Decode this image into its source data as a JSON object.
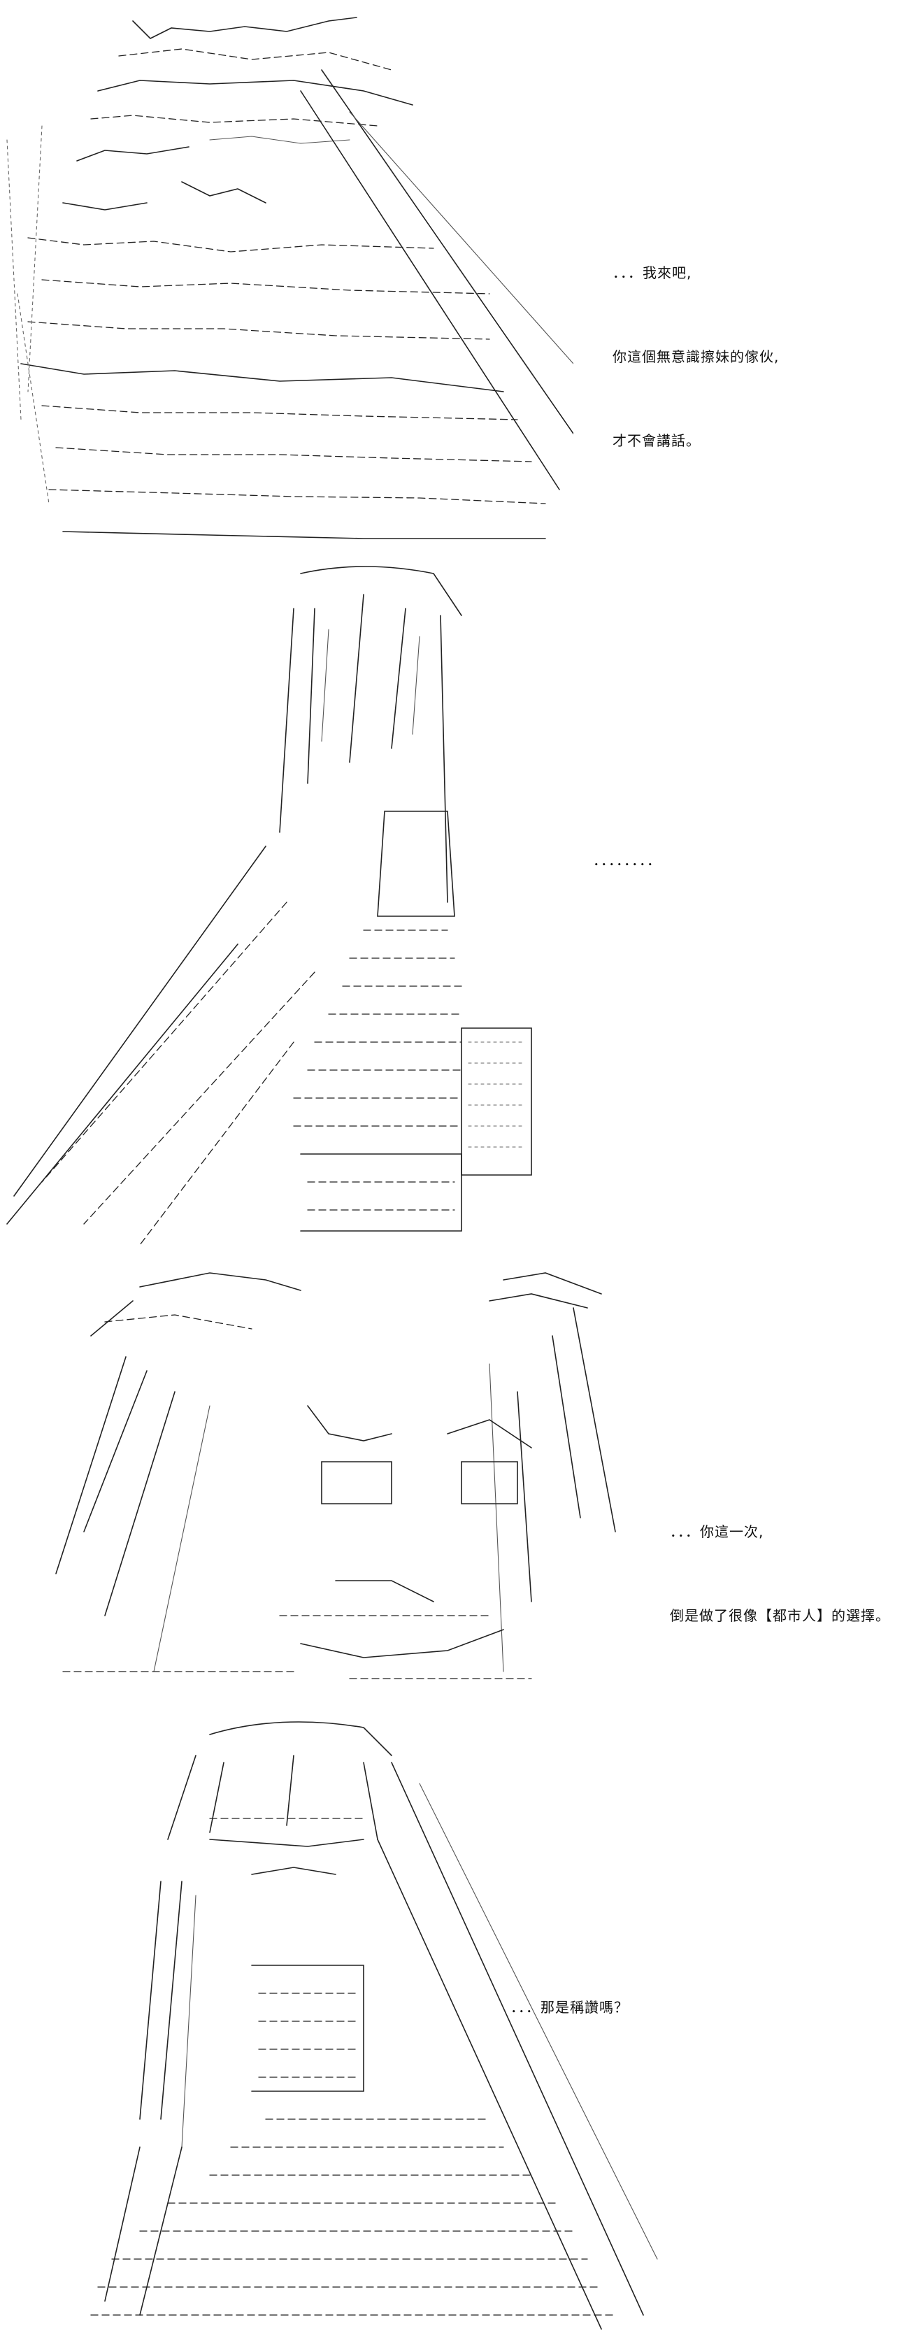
{
  "panels": [
    {
      "lines": [
        "．．．我來吧,",
        "你這個無意識擦妹的傢伙,",
        "才不會講話。"
      ]
    },
    {
      "lines": [
        "．．．．．．．．"
      ]
    },
    {
      "lines": [
        "．．．你這一次,",
        "倒是做了很像【都市人】的選擇。"
      ]
    },
    {
      "lines": [
        "．．．那是稱讚嗎？"
      ]
    }
  ]
}
